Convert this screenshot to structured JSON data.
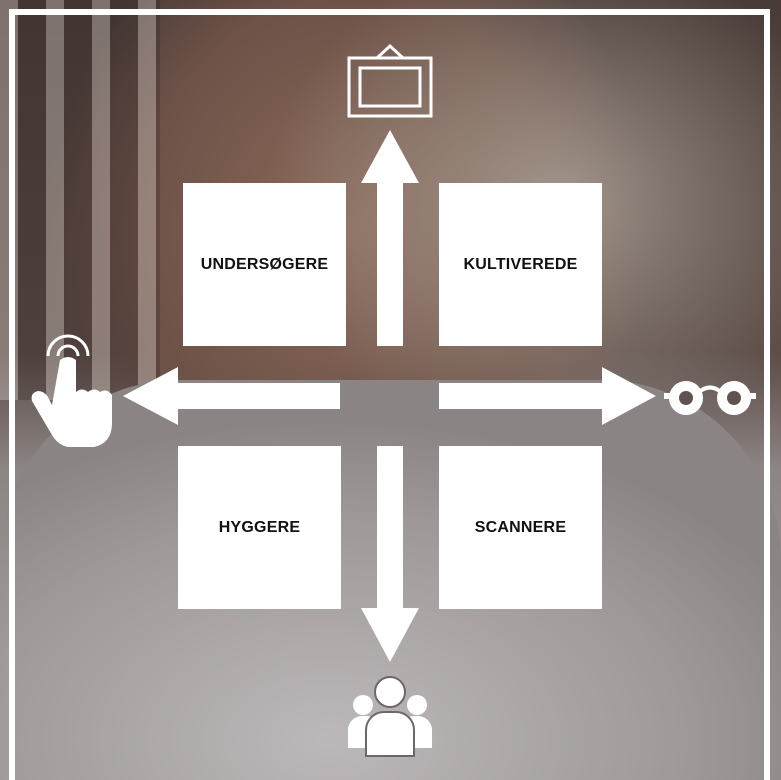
{
  "quadrants": {
    "top_left": "UNDERSØGERE",
    "top_right": "KULTIVEREDE",
    "bottom_left": "HYGGERE",
    "bottom_right": "SCANNERE"
  },
  "axes": {
    "up": {
      "icon": "picture-frame-icon"
    },
    "down": {
      "icon": "group-people-icon"
    },
    "left": {
      "icon": "pointing-hand-icon"
    },
    "right": {
      "icon": "glasses-icon"
    }
  },
  "colors": {
    "boxes": "#ffffff",
    "arrows": "#ffffff",
    "text": "#111111"
  }
}
